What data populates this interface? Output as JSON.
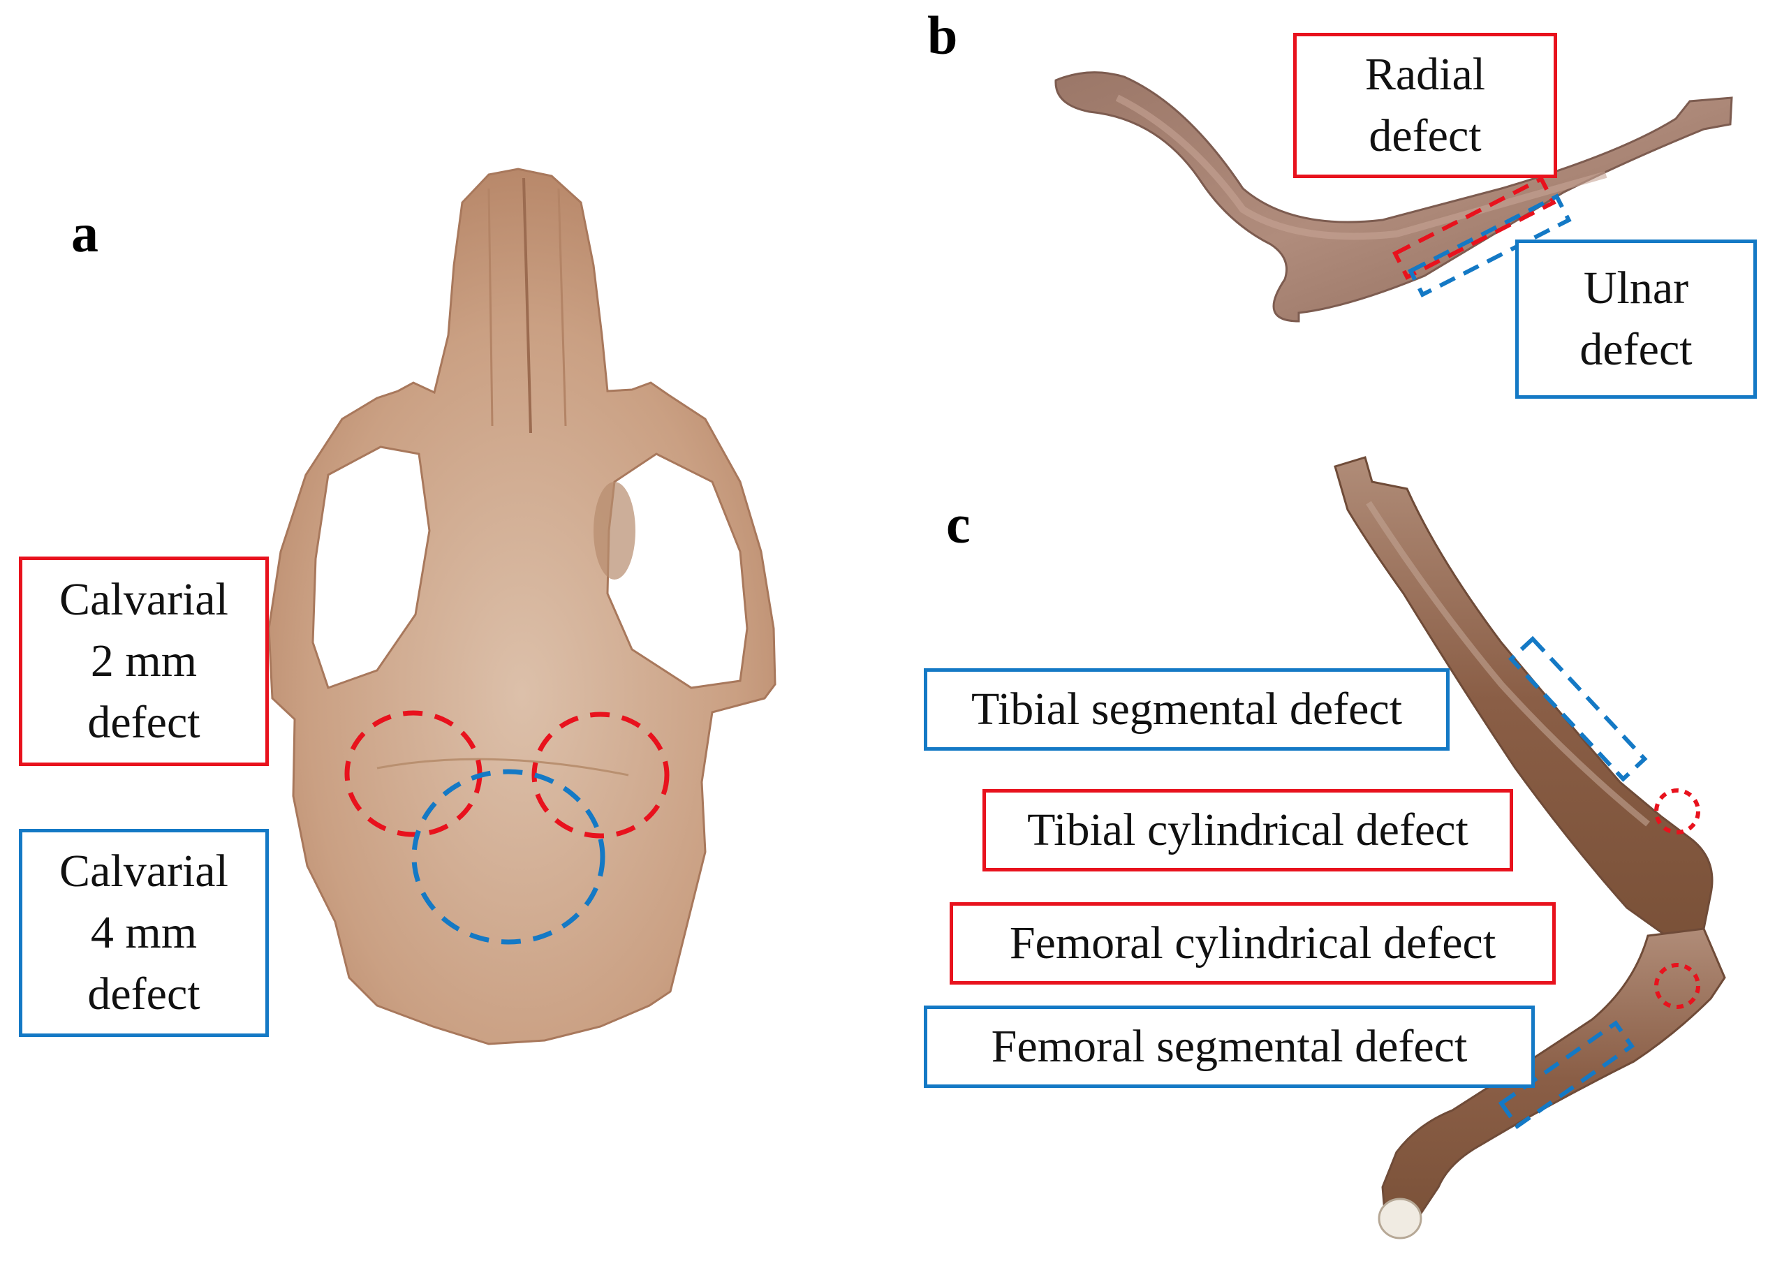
{
  "figure": {
    "panels": [
      {
        "id": "a",
        "letter": "a",
        "subject": "rat skull, dorsal view"
      },
      {
        "id": "b",
        "letter": "b",
        "subject": "rat forelimb bones"
      },
      {
        "id": "c",
        "letter": "c",
        "subject": "rat hindlimb bones"
      }
    ],
    "labels": {
      "calvarial_2mm": "Calvarial\n2 mm\ndefect",
      "calvarial_4mm": "Calvarial\n4 mm\ndefect",
      "radial": "Radial\ndefect",
      "ulnar": "Ulnar\ndefect",
      "tibial_segmental": "Tibial segmental defect",
      "tibial_cylindrical": "Tibial cylindrical defect",
      "femoral_cylindrical": "Femoral cylindrical defect",
      "femoral_segmental": "Femoral segmental defect"
    },
    "colors": {
      "red_marker": "#e8121d",
      "blue_marker": "#1479c5",
      "bone": "#c89a78",
      "bone_dark": "#8f6656"
    }
  }
}
